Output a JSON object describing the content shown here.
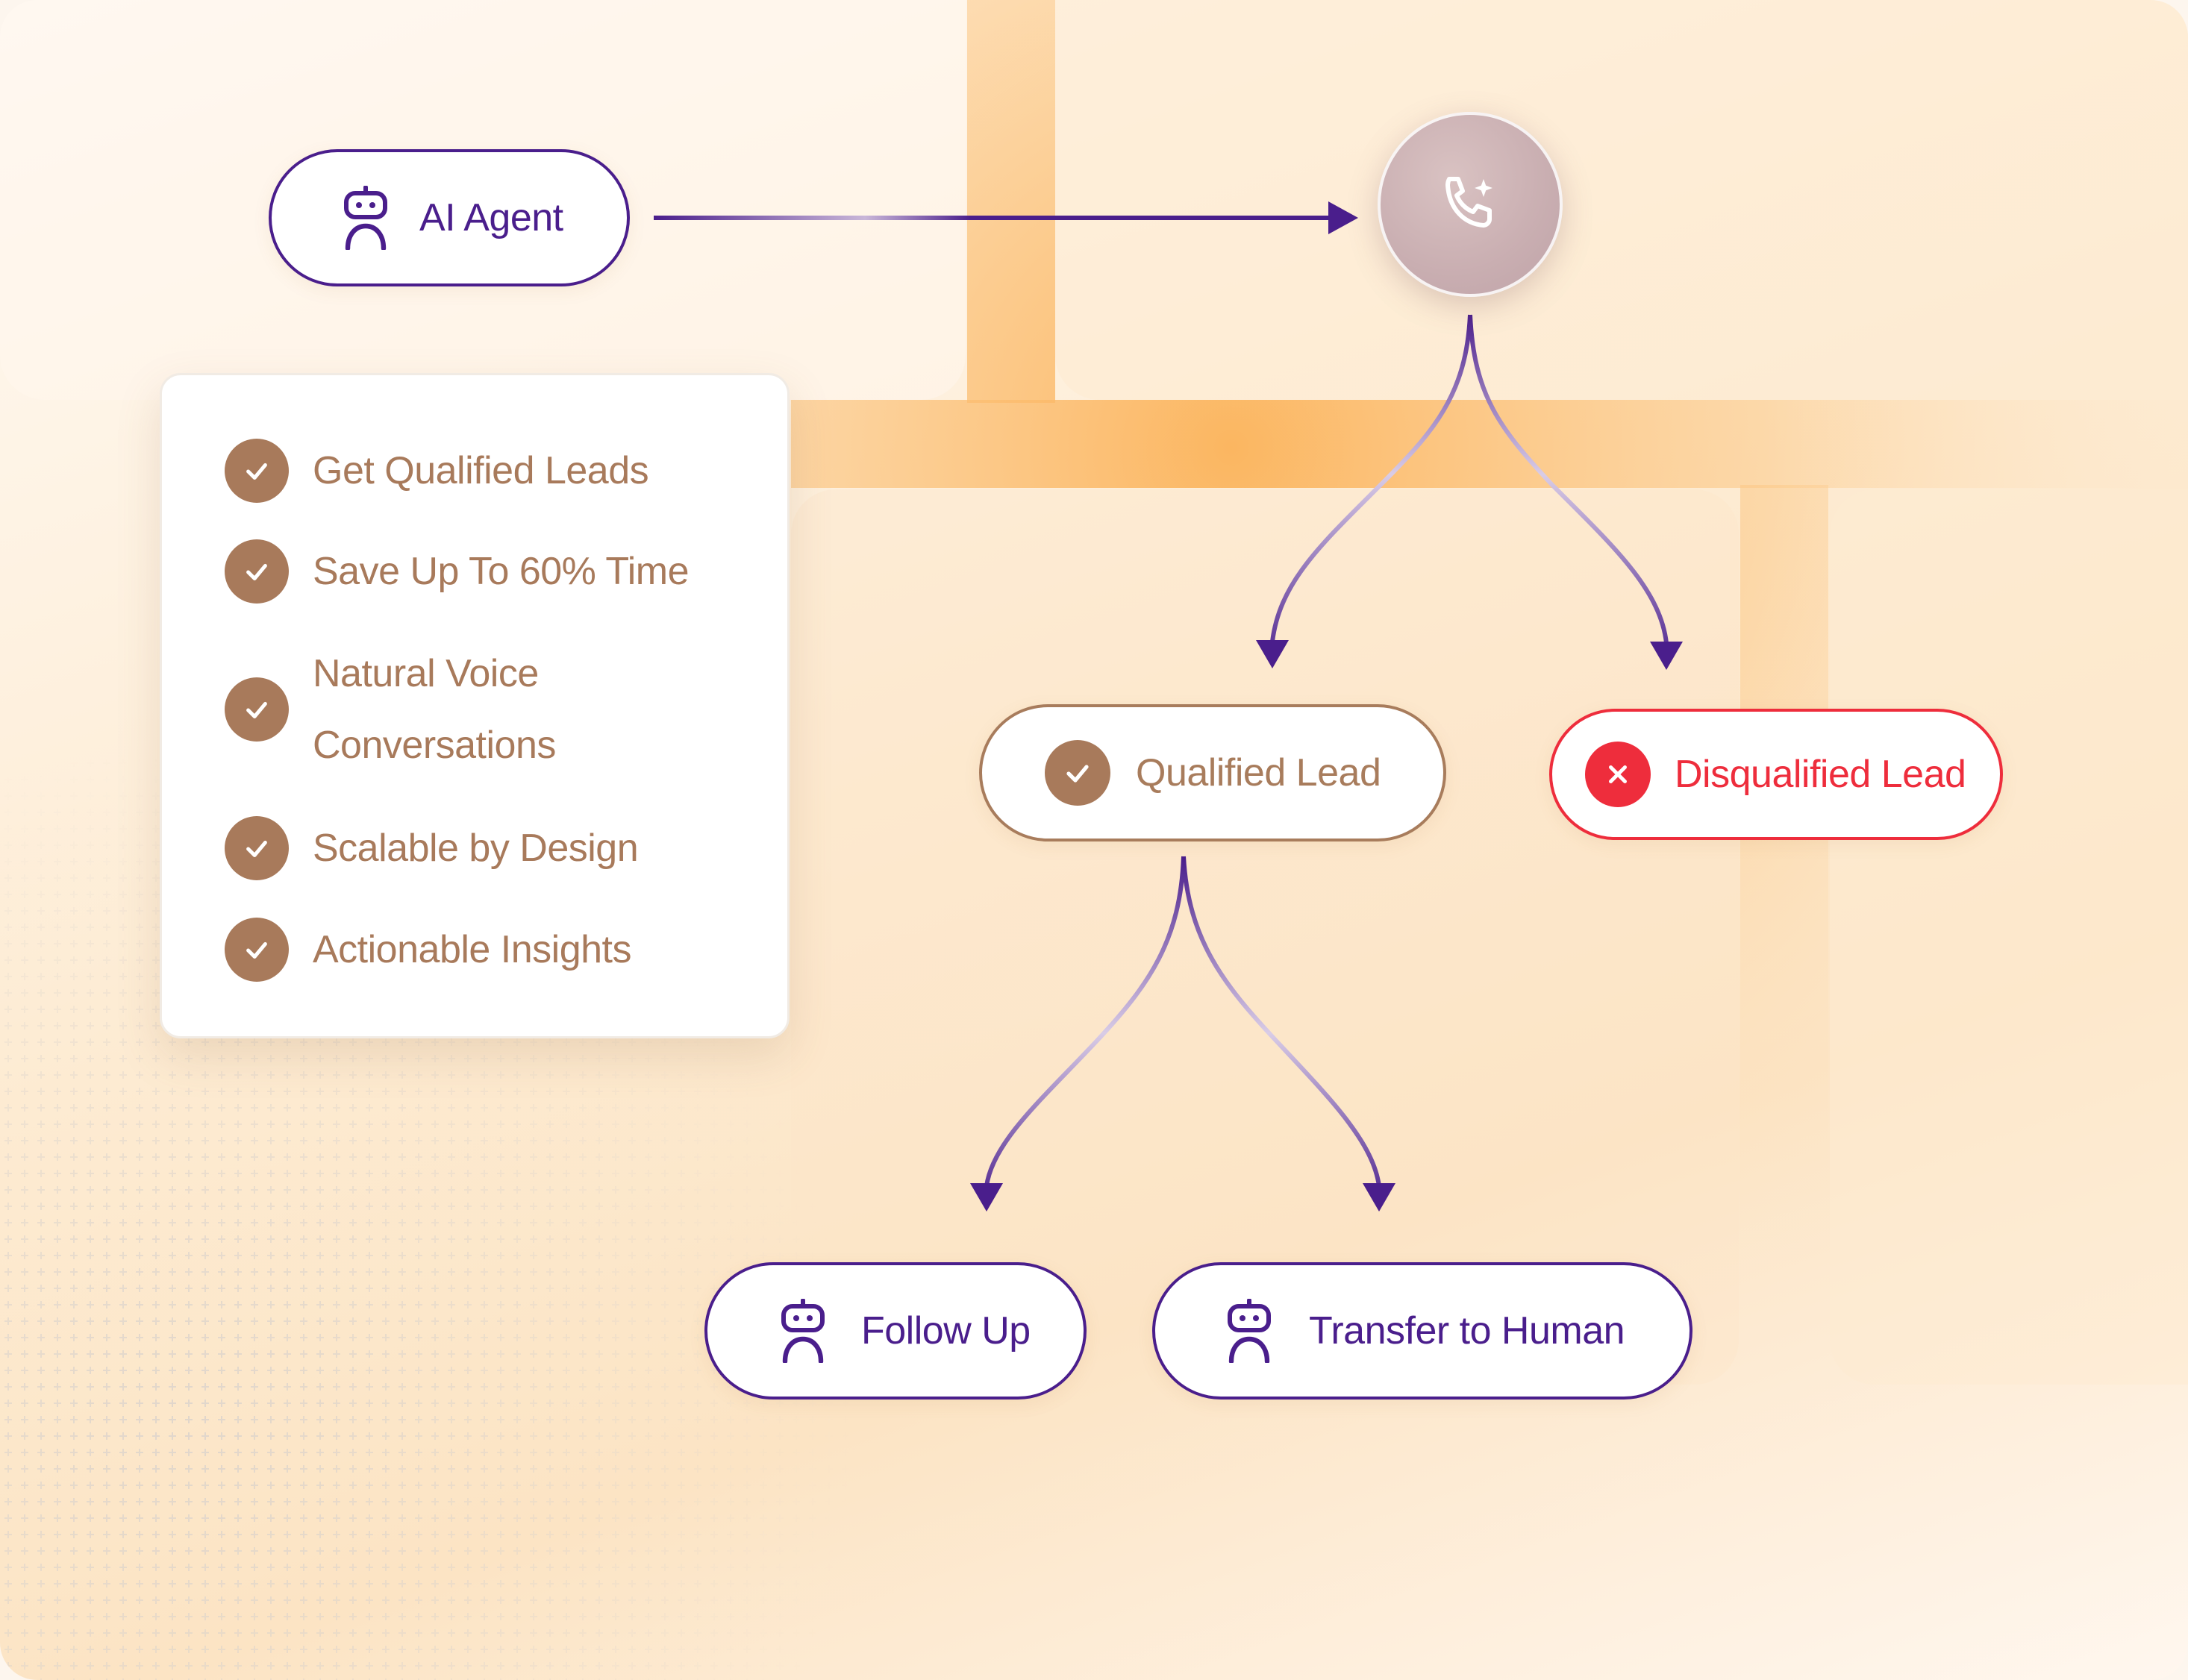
{
  "flow": {
    "ai_agent": "AI Agent",
    "qualified": "Qualified Lead",
    "disqualified": "Disqualified Lead",
    "follow_up": "Follow Up",
    "transfer": "Transfer to Human"
  },
  "features": [
    "Get Qualified Leads",
    "Save Up To 60% Time",
    "Natural Voice",
    "Conversations",
    "Scalable by Design",
    "Actionable Insights"
  ],
  "icons": {
    "agent": "robot-icon",
    "hub": "phone-sparkle-icon",
    "check": "check-icon",
    "cross": "x-icon"
  },
  "colors": {
    "purple": "#4a1e8c",
    "brown": "#a87a5b",
    "red": "#ee2d3c",
    "orange_band": "#fbb45a"
  }
}
